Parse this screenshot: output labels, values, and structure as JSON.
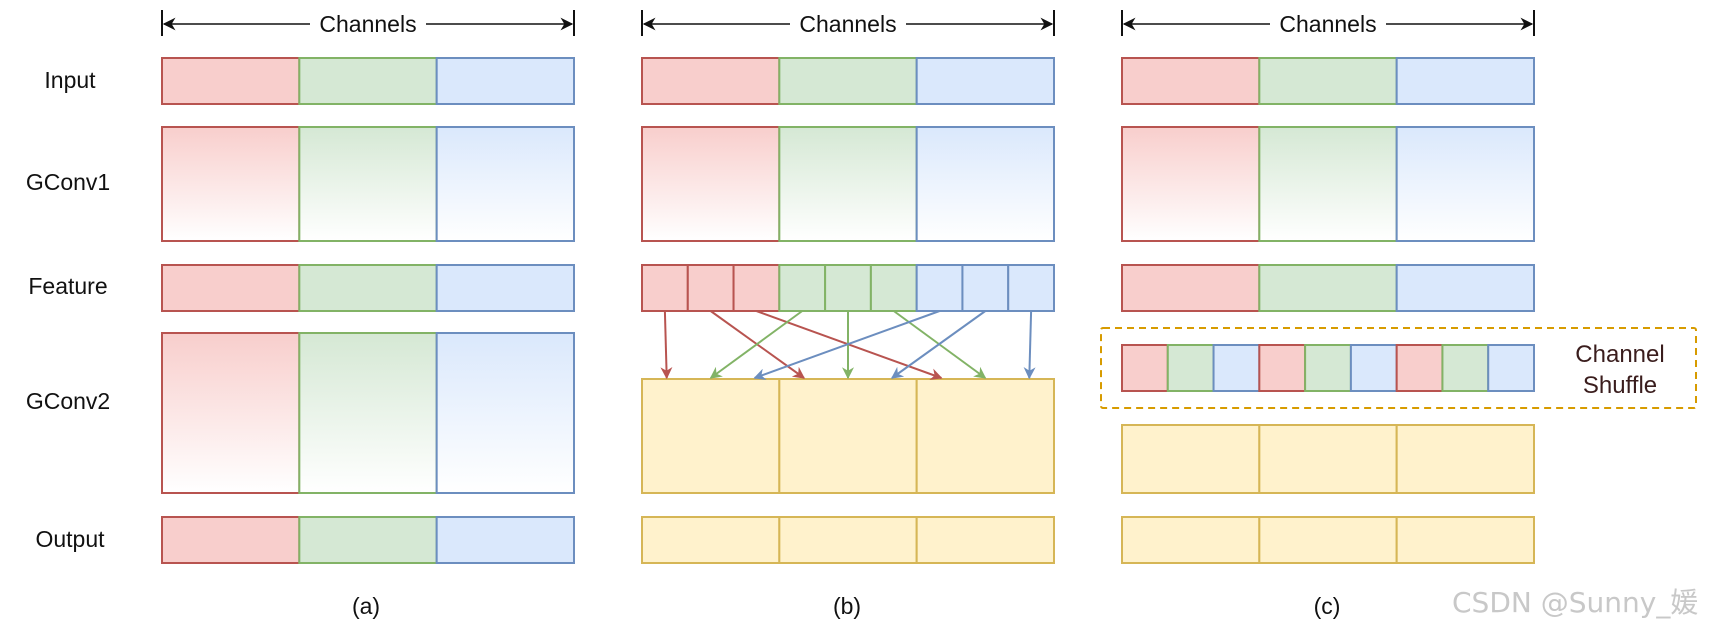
{
  "header_label": "Channels",
  "row_labels": [
    "Input",
    "GConv1",
    "Feature",
    "GConv2",
    "Output"
  ],
  "panel_captions": [
    "(a)",
    "(b)",
    "(c)"
  ],
  "shuffle_label_line1": "Channel",
  "shuffle_label_line2": "Shuffle",
  "watermark": "CSDN @Sunny_媛",
  "colors": {
    "red_fill": "#f8cecc",
    "red_stroke": "#b85450",
    "green_fill": "#d5e8d4",
    "green_stroke": "#82b366",
    "blue_fill": "#dae8fc",
    "blue_stroke": "#6c8ebf",
    "yellow_fill": "#fff2cc",
    "yellow_stroke": "#d6b656",
    "shuffle_border": "#d79b00"
  }
}
